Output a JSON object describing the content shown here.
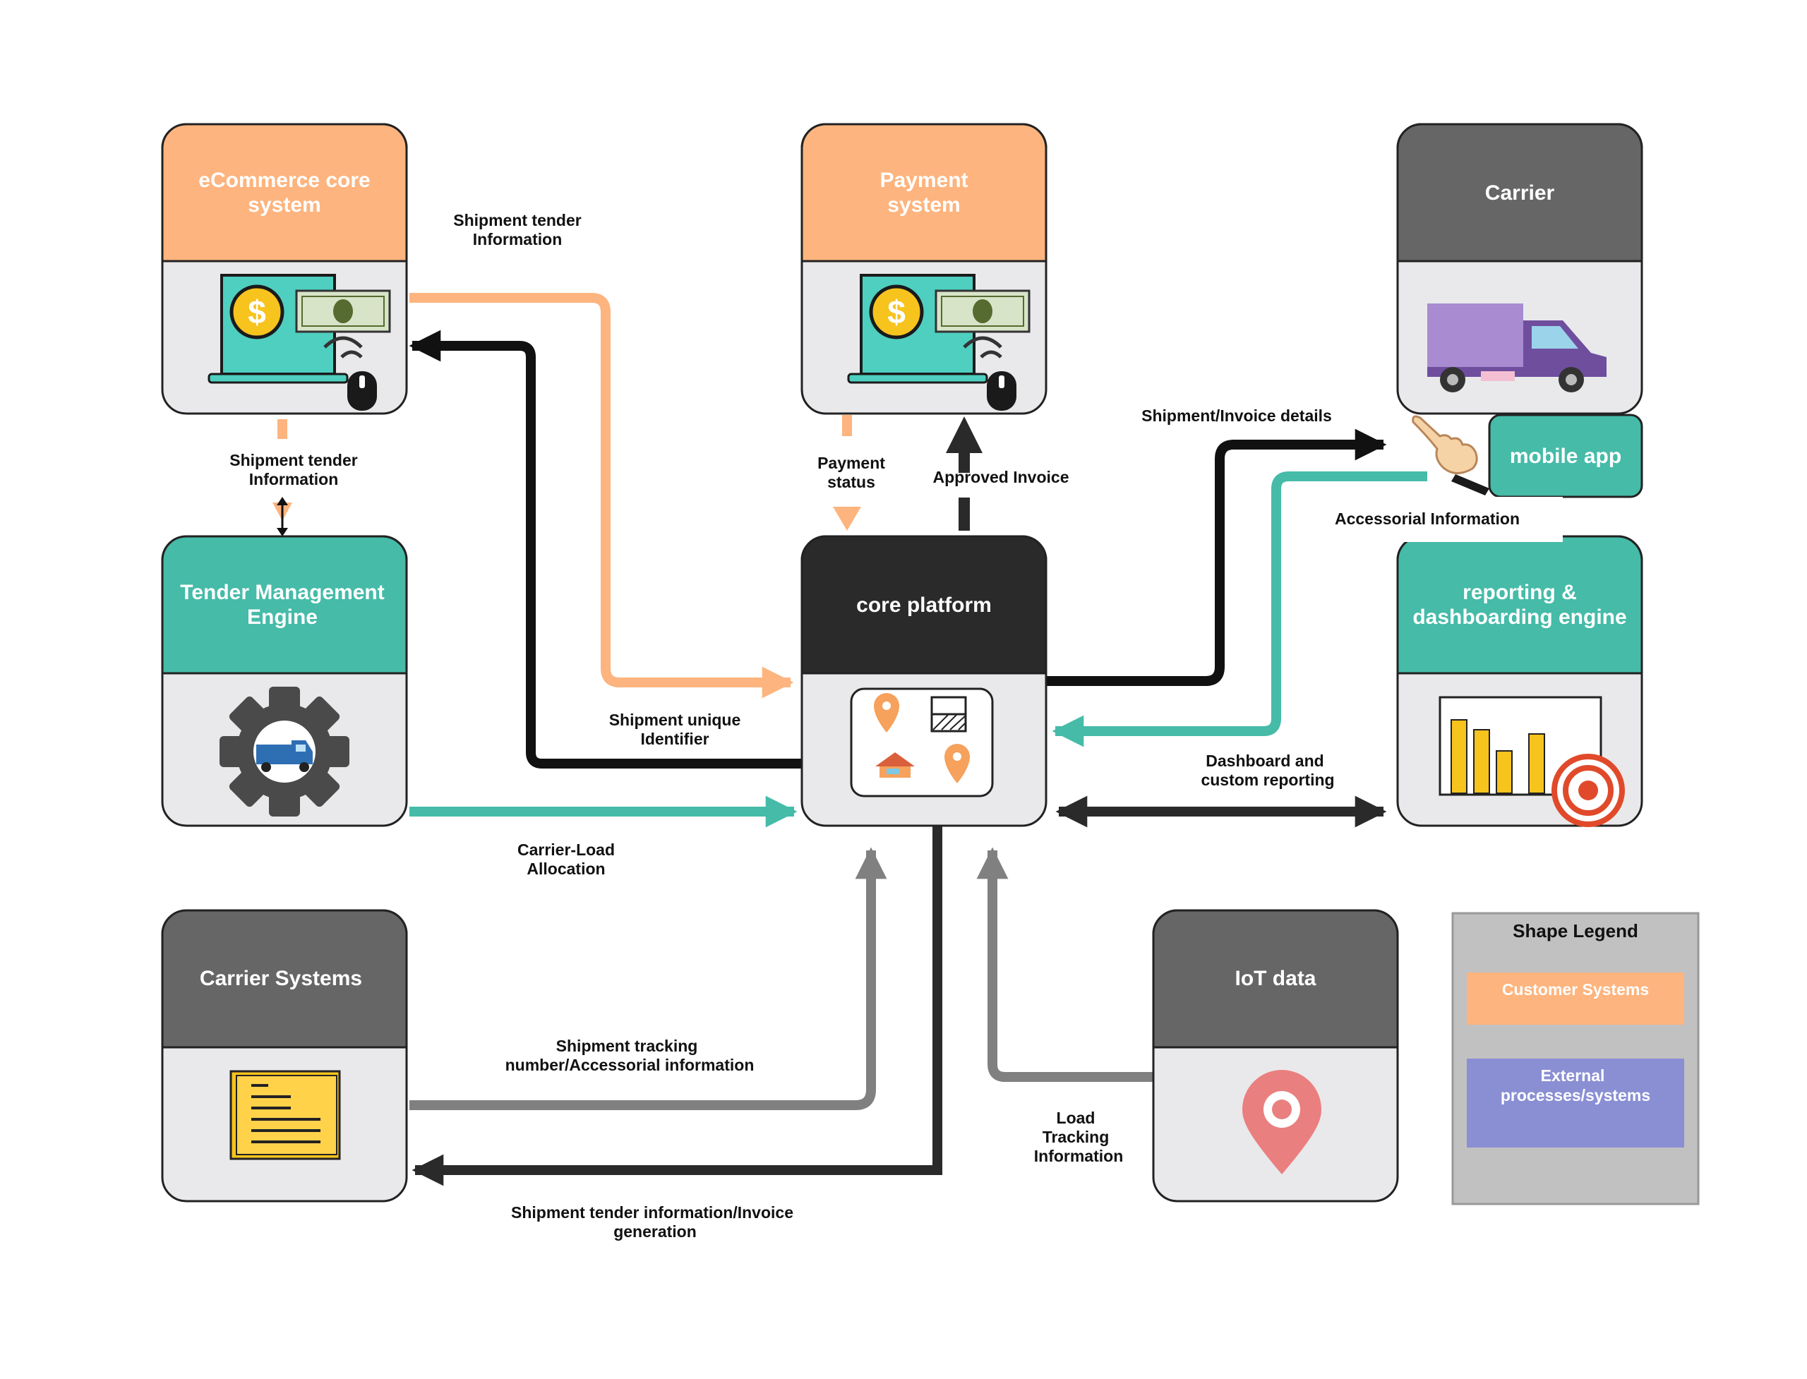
{
  "colors": {
    "customer": "#FDB47E",
    "external": "#8A8FD4",
    "teal": "#45BBA8",
    "dark": "#2A2A2A",
    "darkgray": "#666666",
    "gray": "#808080",
    "body_fill": "#E9E9EB"
  },
  "nodes": {
    "ecommerce": {
      "title": [
        "eCommerce core",
        "system"
      ],
      "icon": "laptop-payment-icon"
    },
    "payment": {
      "title": [
        "Payment",
        "system"
      ],
      "icon": "laptop-payment-icon"
    },
    "carrier": {
      "title": [
        "Carrier"
      ],
      "icon": "delivery-truck-icon"
    },
    "mobile": {
      "title": [
        "mobile app"
      ],
      "icon": "pointing-hand-icon"
    },
    "tender": {
      "title": [
        "Tender Management",
        "Engine"
      ],
      "icon": "gear-truck-icon"
    },
    "core": {
      "title": [
        "core platform"
      ],
      "icon": "location-map-icon"
    },
    "reporting": {
      "title": [
        "reporting &",
        "dashboarding engine"
      ],
      "icon": "bar-chart-icon"
    },
    "carrier_systems": {
      "title": [
        "Carrier Systems"
      ],
      "icon": "document-icon"
    },
    "iot": {
      "title": [
        "IoT data"
      ],
      "icon": "location-pin-icon"
    }
  },
  "edges": {
    "ecom_to_core": [
      "Shipment tender",
      "Information"
    ],
    "ecom_to_tender": [
      "Shipment tender",
      "Information"
    ],
    "core_to_ecom": [
      "Shipment unique",
      "Identifier"
    ],
    "tender_to_core": [
      "Carrier-Load",
      "Allocation"
    ],
    "payment_status": [
      "Payment",
      "status"
    ],
    "approved_invoice": [
      "Approved Invoice"
    ],
    "core_to_carrier": [
      "Shipment/Invoice details"
    ],
    "accessorial": [
      "Accessorial Information"
    ],
    "dashboard": [
      "Dashboard and",
      "custom reporting"
    ],
    "carrier_sys_to_core": [
      "Shipment tracking",
      "number/Accessorial information"
    ],
    "core_to_carrier_sys": [
      "Shipment tender information/Invoice",
      "generation"
    ],
    "iot_to_core": [
      "Load",
      "Tracking",
      "Information"
    ]
  },
  "legend": {
    "title": "Shape Legend",
    "items": [
      {
        "label": [
          "Customer Systems"
        ],
        "color": "#FDB47E"
      },
      {
        "label": [
          "External",
          "processes/systems"
        ],
        "color": "#8A8FD4"
      }
    ]
  }
}
